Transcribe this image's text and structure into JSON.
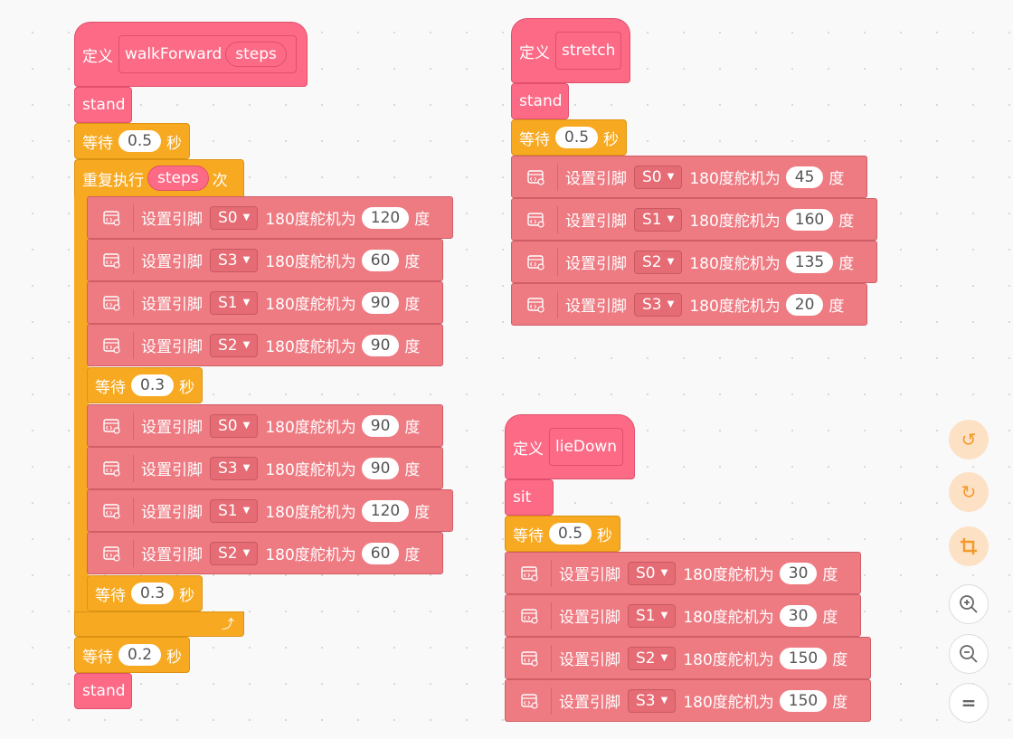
{
  "labels": {
    "define": "定义",
    "wait": "等待",
    "seconds": "秒",
    "repeat": "重复执行",
    "times": "次",
    "set_pin": "设置引脚",
    "servo180": "180度舵机为",
    "degree": "度"
  },
  "stack_walk": {
    "name": "walkForward",
    "param": "steps",
    "first": "stand",
    "wait1": "0.5",
    "repeat_param": "steps",
    "loop_servos_a": [
      {
        "pin": "S0",
        "deg": "120"
      },
      {
        "pin": "S3",
        "deg": "60"
      },
      {
        "pin": "S1",
        "deg": "90"
      },
      {
        "pin": "S2",
        "deg": "90"
      }
    ],
    "loop_wait1": "0.3",
    "loop_servos_b": [
      {
        "pin": "S0",
        "deg": "90"
      },
      {
        "pin": "S3",
        "deg": "90"
      },
      {
        "pin": "S1",
        "deg": "120"
      },
      {
        "pin": "S2",
        "deg": "60"
      }
    ],
    "loop_wait2": "0.3",
    "wait2": "0.2",
    "last": "stand"
  },
  "stack_stretch": {
    "name": "stretch",
    "first": "stand",
    "wait": "0.5",
    "servos": [
      {
        "pin": "S0",
        "deg": "45"
      },
      {
        "pin": "S1",
        "deg": "160"
      },
      {
        "pin": "S2",
        "deg": "135"
      },
      {
        "pin": "S3",
        "deg": "20"
      }
    ]
  },
  "stack_liedown": {
    "name": "lieDown",
    "first": "sit",
    "wait": "0.5",
    "servos": [
      {
        "pin": "S0",
        "deg": "30"
      },
      {
        "pin": "S1",
        "deg": "30"
      },
      {
        "pin": "S2",
        "deg": "150"
      },
      {
        "pin": "S3",
        "deg": "150"
      }
    ]
  },
  "toolbar": {
    "undo_icon": "undo-icon",
    "redo_icon": "redo-icon",
    "crop_icon": "crop-icon",
    "zoom_in_icon": "zoom-in-icon",
    "zoom_out_icon": "zoom-out-icon",
    "reset_zoom_icon": "reset-zoom-icon"
  },
  "colors": {
    "pink": "#fc6a86",
    "yellow": "#f7a921",
    "servo": "#ee7a82"
  }
}
